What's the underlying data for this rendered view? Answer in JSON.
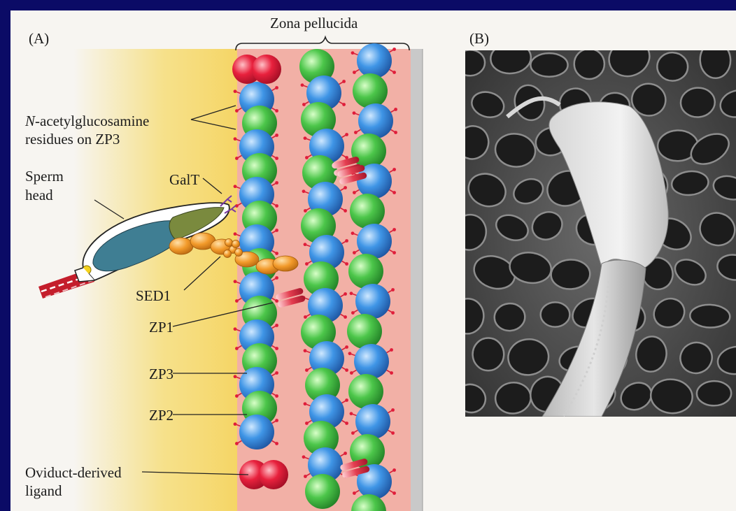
{
  "panels": {
    "a_label": "(A)",
    "b_label": "(B)"
  },
  "labels": {
    "zona_pellucida": "Zona pellucida",
    "n_acetyl_line1": "N-acetylglucosamine",
    "n_acetyl_line2": "residues on ZP3",
    "sperm_head_line1": "Sperm",
    "sperm_head_line2": "head",
    "galt": "GalT",
    "sed1": "SED1",
    "zp1": "ZP1",
    "zp3": "ZP3",
    "zp2": "ZP2",
    "oviduct_line1": "Oviduct-derived",
    "oviduct_line2": "ligand"
  },
  "colors": {
    "background": "#0b0b66",
    "panel": "#f7f5f1",
    "yellow_region": "#f6dd78",
    "zona_region": "#f2b0a6",
    "zp3_blue": "#3a8fe0",
    "zp2_green": "#49c44a",
    "zp1_red": "#e23a4c",
    "ligand_red": "#e01d3a",
    "sed1_orange": "#f29a2a",
    "galt_olive": "#7a8a3e",
    "nucleus_teal": "#3f7e93"
  },
  "icons": {
    "micrograph": "sem-micrograph-sperm-on-zona",
    "sperm": "sperm-head-icon"
  }
}
